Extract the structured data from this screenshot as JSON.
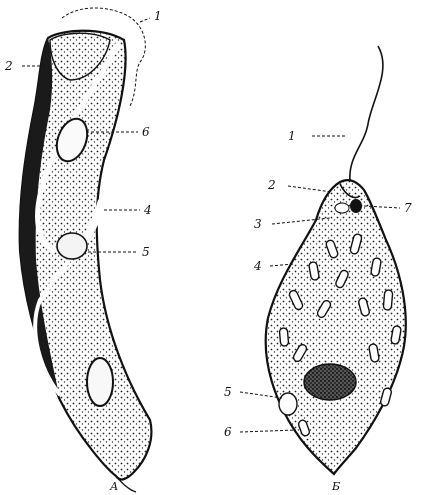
{
  "figure": {
    "left_cell": {
      "panel_label": "А",
      "labels": [
        "1",
        "2",
        "6",
        "4",
        "5"
      ]
    },
    "right_cell": {
      "panel_label": "Б",
      "labels": [
        "1",
        "2",
        "7",
        "3",
        "4",
        "5",
        "6"
      ]
    }
  }
}
